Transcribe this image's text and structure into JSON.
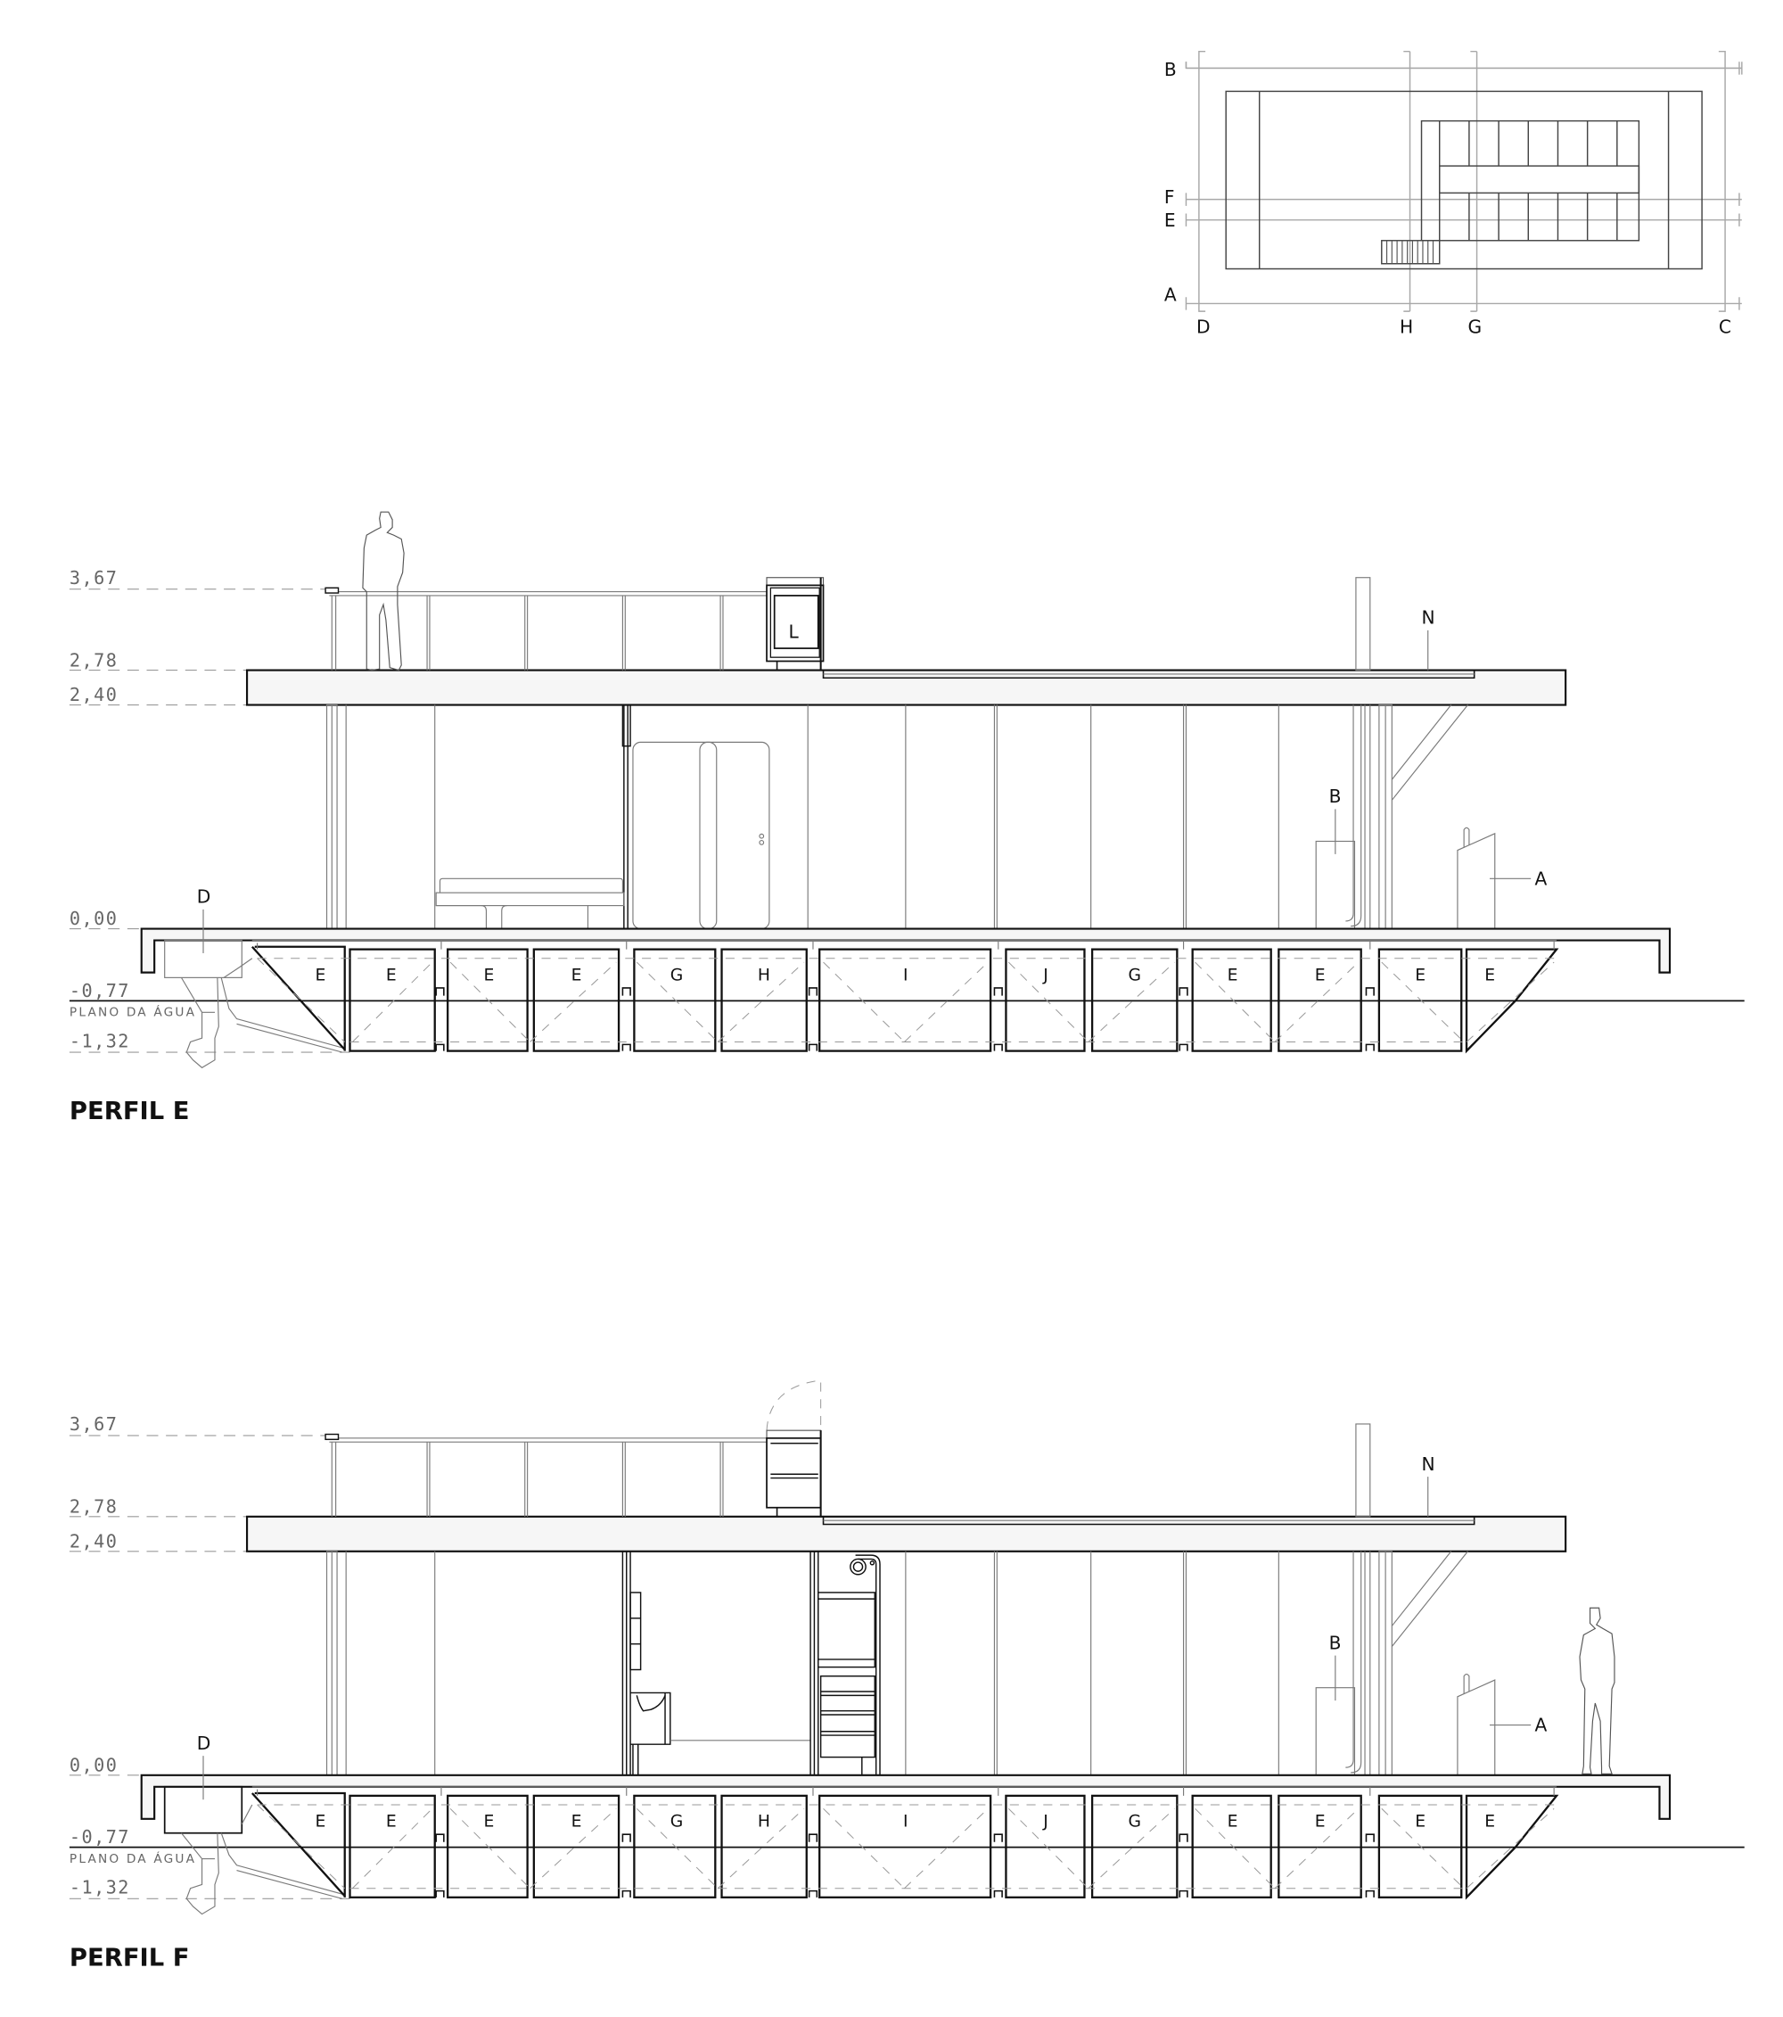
{
  "key_plan": {
    "section_marks_horizontal": [
      "B",
      "F",
      "E",
      "A"
    ],
    "section_marks_vertical": [
      "D",
      "H",
      "G",
      "C"
    ]
  },
  "levels": {
    "roof_rail": "3,67",
    "roof_top": "2,78",
    "ceiling": "2,40",
    "deck": "0,00",
    "waterline": "-0,77",
    "waterline_label": "PLANO DA ÁGUA",
    "hull_bottom": "-1,32"
  },
  "profile_e": {
    "title": "PERFIL E",
    "tags": {
      "roof_box": "L",
      "solar": "N",
      "tank": "B",
      "helm": "A",
      "engine_box": "D"
    },
    "pontoons": [
      "E",
      "E",
      "E",
      "E",
      "G",
      "H",
      "I",
      "J",
      "G",
      "E",
      "E",
      "E",
      "E"
    ]
  },
  "profile_f": {
    "title": "PERFIL F",
    "tags": {
      "solar": "N",
      "tank": "B",
      "helm": "A",
      "engine_box": "D"
    },
    "pontoons": [
      "E",
      "E",
      "E",
      "E",
      "G",
      "H",
      "I",
      "J",
      "G",
      "E",
      "E",
      "E",
      "E"
    ]
  }
}
